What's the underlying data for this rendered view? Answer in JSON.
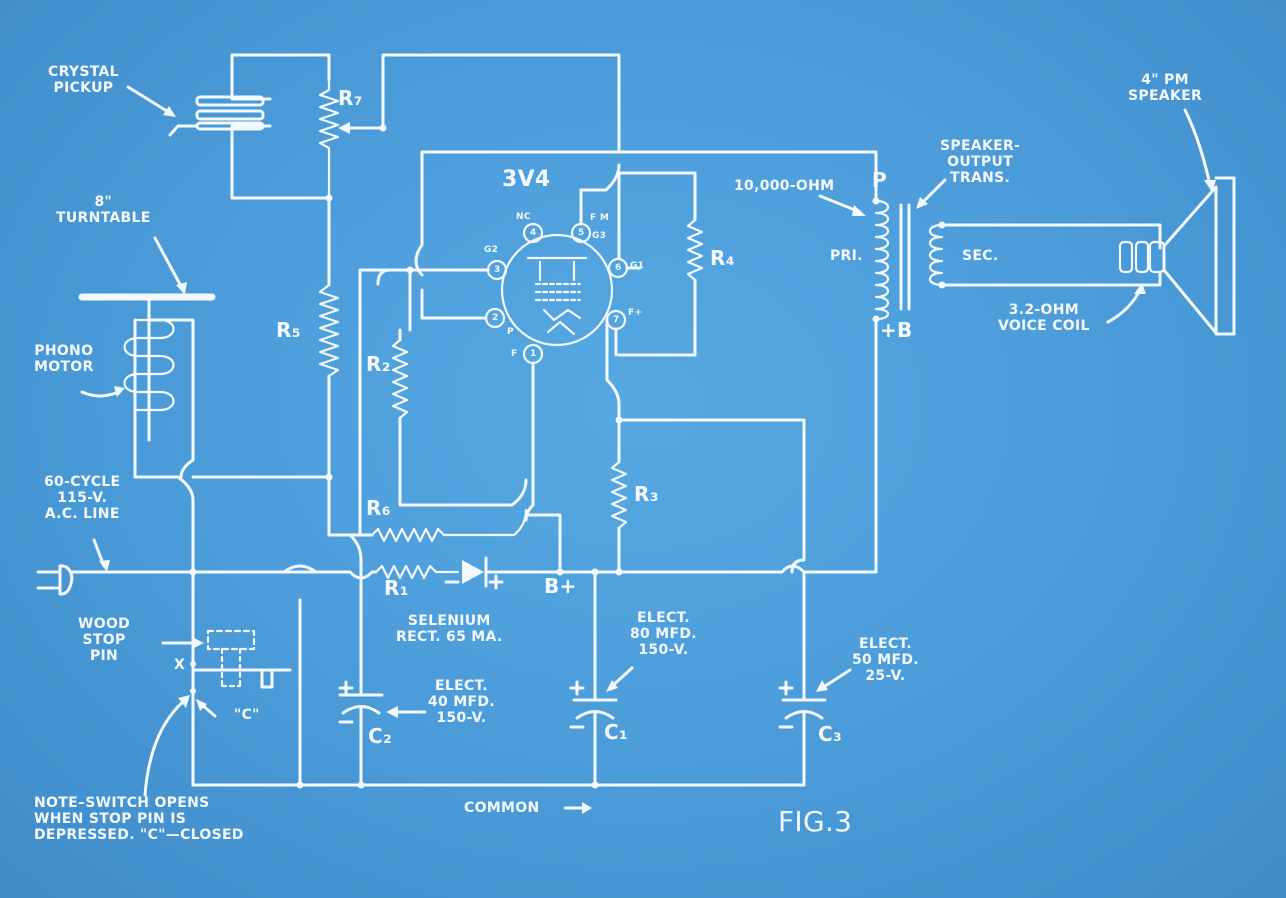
{
  "figure": {
    "label": "FIG.3",
    "tube": "3V4",
    "labels": {
      "crystal_pickup": "CRYSTAL\nPICKUP",
      "turntable": "8\"\nTURNTABLE",
      "phono_motor": "PHONO\nMOTOR",
      "ac_line": "60-CYCLE\n115-V.\nA.C. LINE",
      "wood_stop_pin": "WOOD\nSTOP\nPIN",
      "x_mark": "X",
      "c_mark": "\"C\"",
      "note": "NOTE–SWITCH OPENS\nWHEN STOP PIN IS\nDEPRESSED. \"C\"—CLOSED",
      "common": "COMMON",
      "selenium": "SELENIUM\nRECT. 65 MA.",
      "b_plus": "B+",
      "c2_spec": "ELECT.\n40 MFD.\n150-V.",
      "c1_spec": "ELECT.\n80 MFD.\n150-V.",
      "c3_spec": "ELECT.\n50 MFD.\n25-V.",
      "pri_ohms": "10,000-OHM",
      "pri": "PRI.",
      "p_mark": "P",
      "plus_b": "+B",
      "output_trans": "SPEAKER-\nOUTPUT\nTRANS.",
      "sec": "SEC.",
      "voice_coil": "3.2-OHM\nVOICE COIL",
      "speaker": "4\" PM\nSPEAKER"
    },
    "components": {
      "r1": "R₁",
      "r2": "R₂",
      "r3": "R₃",
      "r4": "R₄",
      "r5": "R₅",
      "r6": "R₆",
      "r7": "R₇",
      "c1": "C₁",
      "c2": "C₂",
      "c3": "C₃"
    },
    "tube_pins": {
      "p1": "1",
      "p2": "2",
      "p3": "3",
      "p4": "4",
      "p5": "5",
      "p6": "6",
      "p7": "7",
      "nc": "NC",
      "g2": "G2",
      "fm": "F M",
      "g3": "G3",
      "g1": "G1",
      "f_plus": "F+",
      "f": "F",
      "p": "P"
    },
    "colors": {
      "background": "#4a9bd8",
      "ink": "#f4f8ff"
    }
  }
}
